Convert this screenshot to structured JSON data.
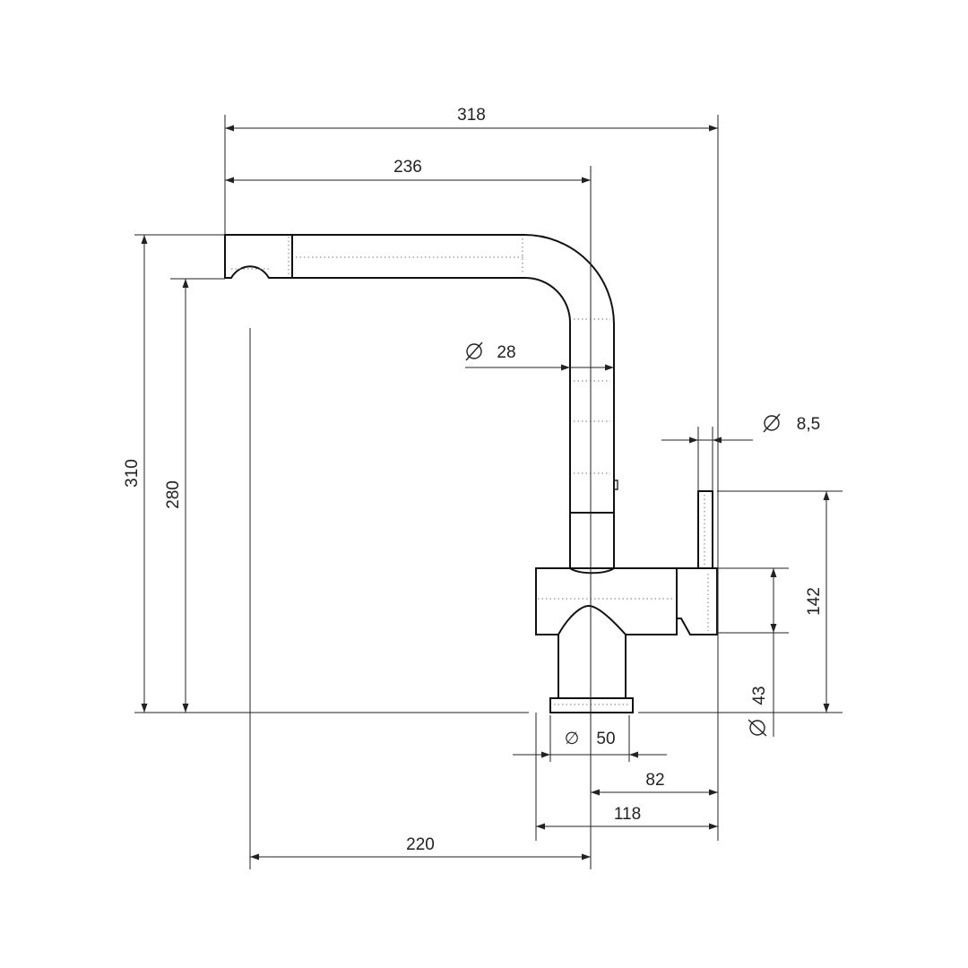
{
  "colors": {
    "line": "#222222",
    "background": "#ffffff"
  },
  "dimensions": {
    "total_width": "318",
    "spout_reach": "236",
    "total_height": "310",
    "spout_height": "280",
    "spout_diameter": "28",
    "lever_diameter": "8,5",
    "lever_height": "142",
    "base_diameter_symbol": "∅",
    "base_diameter": "50",
    "body_diameter": "43",
    "offset_82": "82",
    "offset_118": "118",
    "offset_220": "220"
  }
}
